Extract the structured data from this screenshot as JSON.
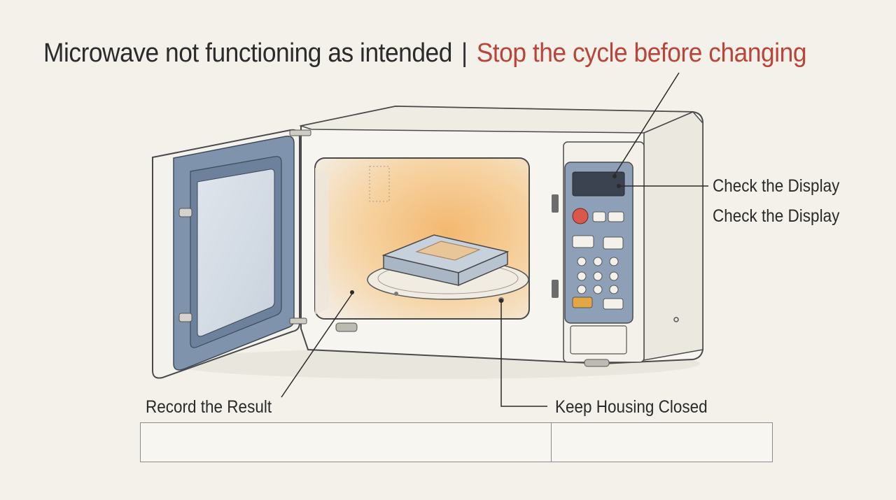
{
  "title": {
    "main": "Microwave not functioning as intended",
    "separator": "|",
    "warning": "Stop the cycle before changing"
  },
  "callouts": {
    "display_1": "Check the Display",
    "display_2": "Check the Display",
    "result": "Record the Result",
    "housing": "Keep Housing Closed"
  },
  "colors": {
    "warning": "#b8443a",
    "door_panel": "#7f93ad",
    "control_panel": "#8ea0b8",
    "interior_glow": "#f0b66e",
    "stop_button": "#d9574b"
  },
  "icons": [
    "microwave",
    "door",
    "turntable",
    "food-tray",
    "control-panel",
    "display",
    "keypad",
    "stop-button"
  ]
}
